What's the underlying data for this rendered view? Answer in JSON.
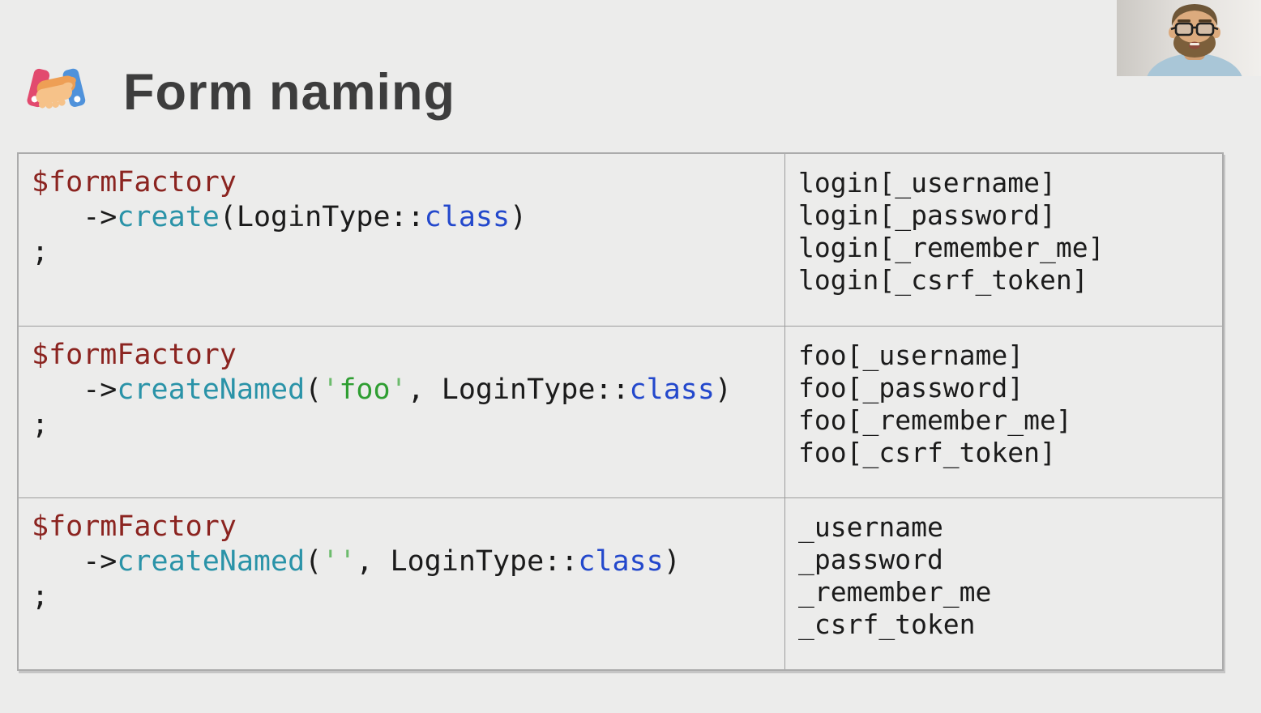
{
  "slide": {
    "title": "Form naming",
    "title_icon": "handshake-icon"
  },
  "colors": {
    "background": "#ececeb",
    "title_color": "#3d3d3d",
    "table_border": "#9d9d9d",
    "code_plain": "#1b1b1b",
    "code_variable": "#8b2420",
    "code_function": "#2a93a8",
    "code_keyword": "#2348cc",
    "code_string": "#2f9e32",
    "code_string_quote": "#6cbb6c"
  },
  "table": {
    "rows": [
      {
        "code_lines": [
          [
            {
              "t": "$formFactory",
              "c": "var"
            }
          ],
          [
            {
              "t": "   ->",
              "c": "plain"
            },
            {
              "t": "create",
              "c": "fn"
            },
            {
              "t": "(LoginType::",
              "c": "plain"
            },
            {
              "t": "class",
              "c": "kw"
            },
            {
              "t": ")",
              "c": "plain"
            }
          ],
          [
            {
              "t": ";",
              "c": "plain"
            }
          ]
        ],
        "output_lines": [
          "login[_username]",
          "login[_password]",
          "login[_remember_me]",
          "login[_csrf_token]"
        ]
      },
      {
        "code_lines": [
          [
            {
              "t": "$formFactory",
              "c": "var"
            }
          ],
          [
            {
              "t": "   ->",
              "c": "plain"
            },
            {
              "t": "createNamed",
              "c": "fn"
            },
            {
              "t": "(",
              "c": "plain"
            },
            {
              "t": "'",
              "c": "strq"
            },
            {
              "t": "foo",
              "c": "str"
            },
            {
              "t": "'",
              "c": "strq"
            },
            {
              "t": ", LoginType::",
              "c": "plain"
            },
            {
              "t": "class",
              "c": "kw"
            },
            {
              "t": ")",
              "c": "plain"
            }
          ],
          [
            {
              "t": ";",
              "c": "plain"
            }
          ]
        ],
        "output_lines": [
          "foo[_username]",
          "foo[_password]",
          "foo[_remember_me]",
          "foo[_csrf_token]"
        ]
      },
      {
        "code_lines": [
          [
            {
              "t": "$formFactory",
              "c": "var"
            }
          ],
          [
            {
              "t": "   ->",
              "c": "plain"
            },
            {
              "t": "createNamed",
              "c": "fn"
            },
            {
              "t": "(",
              "c": "plain"
            },
            {
              "t": "''",
              "c": "strq"
            },
            {
              "t": ", LoginType::",
              "c": "plain"
            },
            {
              "t": "class",
              "c": "kw"
            },
            {
              "t": ")",
              "c": "plain"
            }
          ],
          [
            {
              "t": ";",
              "c": "plain"
            }
          ]
        ],
        "output_lines": [
          "_username",
          "_password",
          "_remember_me",
          "_csrf_token"
        ]
      }
    ]
  }
}
